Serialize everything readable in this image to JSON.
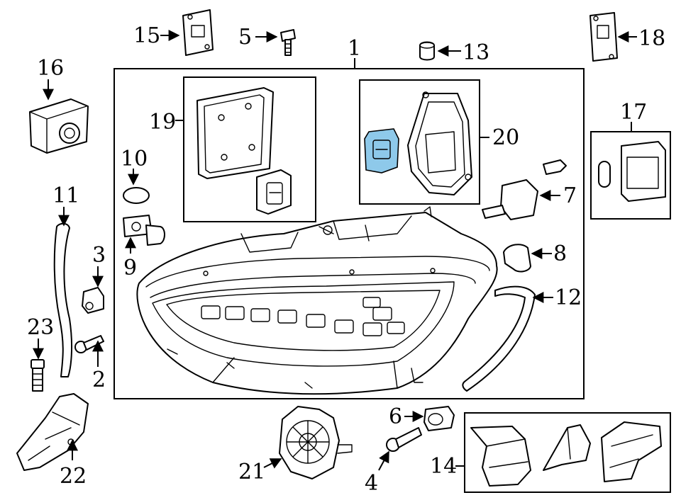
{
  "callouts": {
    "c1": "1",
    "c2": "2",
    "c3": "3",
    "c4": "4",
    "c5": "5",
    "c6": "6",
    "c7": "7",
    "c8": "8",
    "c9": "9",
    "c10": "10",
    "c11": "11",
    "c12": "12",
    "c13": "13",
    "c14": "14",
    "c15": "15",
    "c16": "16",
    "c17": "17",
    "c18": "18",
    "c19": "19",
    "c20": "20",
    "c21": "21",
    "c22": "22",
    "c23": "23"
  },
  "colors": {
    "line": "#000000",
    "background": "#ffffff",
    "highlight": "#8ec9ea"
  }
}
